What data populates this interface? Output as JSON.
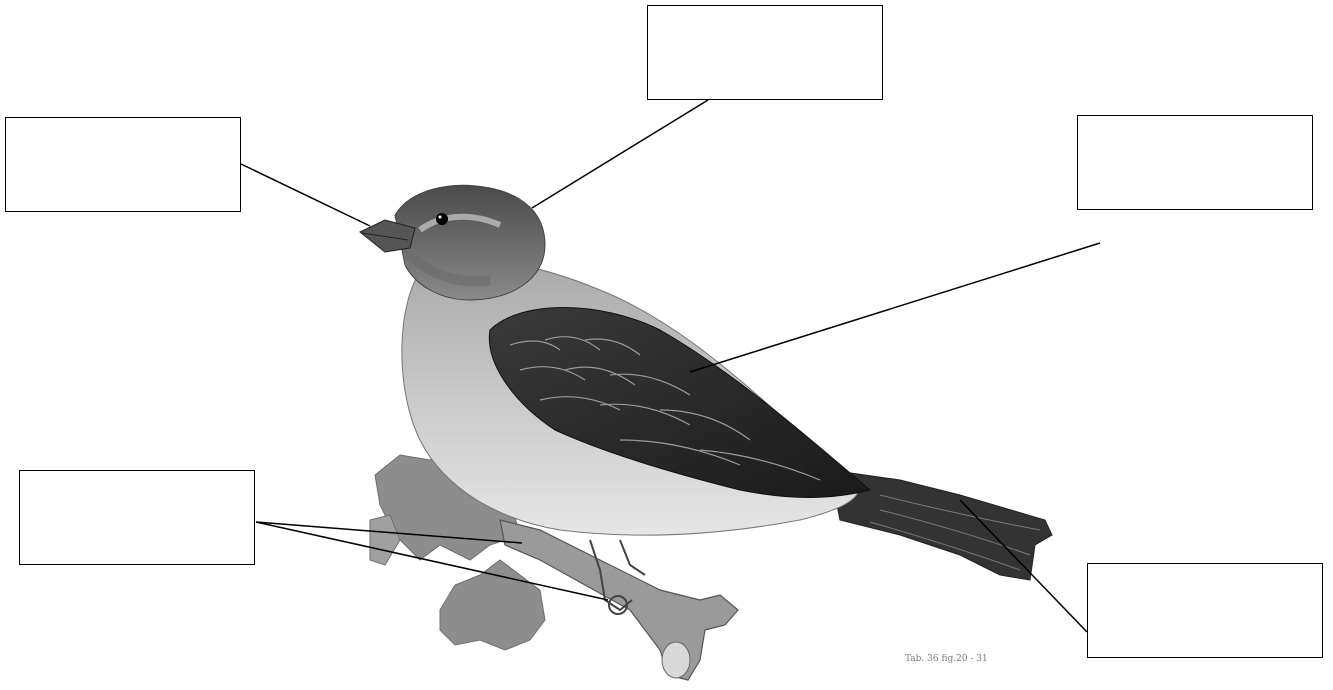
{
  "diagram": {
    "subject": "bird",
    "label_boxes": [
      {
        "id": "beak",
        "text": ""
      },
      {
        "id": "head",
        "text": ""
      },
      {
        "id": "wing",
        "text": ""
      },
      {
        "id": "feet",
        "text": ""
      },
      {
        "id": "tail",
        "text": ""
      }
    ],
    "caption": "Tab. 36 fig.20 - 31",
    "colors": {
      "line": "#000000",
      "box_border": "#000000",
      "background": "#ffffff"
    }
  }
}
